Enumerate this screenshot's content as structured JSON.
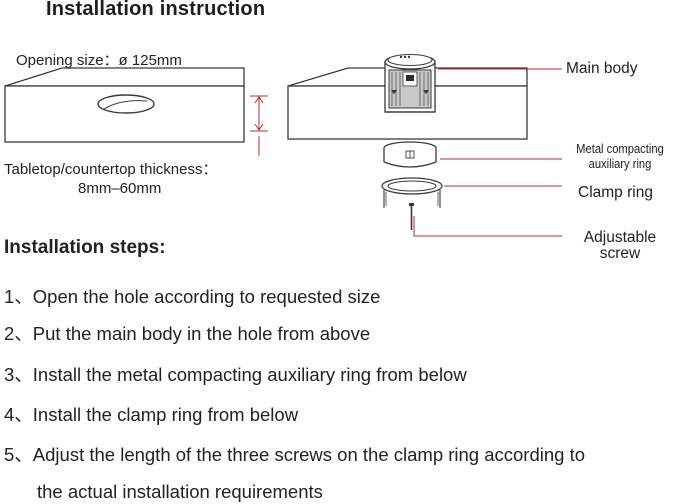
{
  "title": "Installation instruction",
  "left_diagram": {
    "opening_size": "Opening size：ø 125mm",
    "thickness_label": "Tabletop/countertop thickness：",
    "thickness_value": "8mm–60mm"
  },
  "right_diagram": {
    "main_body": "Main body",
    "metal_ring_line1": "Metal compacting",
    "metal_ring_line2": "auxiliary ring",
    "clamp_ring": "Clamp ring",
    "screw_line1": "Adjustable",
    "screw_line2": "screw"
  },
  "colors": {
    "callout": "#c0282d",
    "outline": "#3a3a3a",
    "text": "#222222"
  },
  "steps_heading": "Installation steps:",
  "steps": [
    "1、Open the hole according to requested size",
    "2、Put the main body in the hole from above",
    "3、Install the metal compacting auxiliary ring from below",
    "4、Install the clamp ring from below",
    "5、Adjust the length of the three screws on the clamp ring according to",
    "the actual installation requirements"
  ]
}
